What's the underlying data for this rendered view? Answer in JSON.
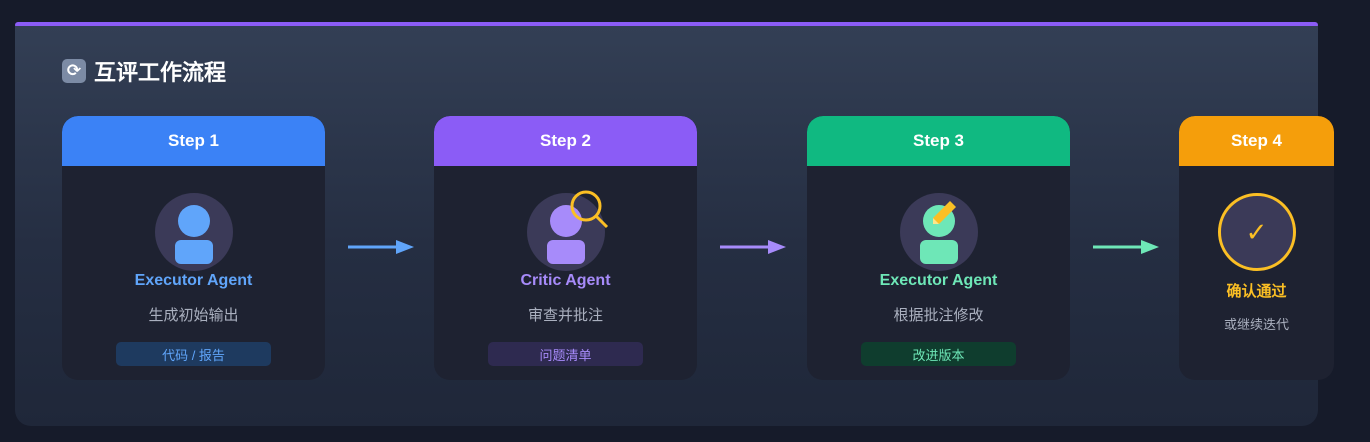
{
  "title": {
    "icon": "refresh-icon",
    "text": "互评工作流程"
  },
  "steps": [
    {
      "label": "Step 1",
      "agent": "Executor Agent",
      "desc": "生成初始输出",
      "tag": "代码 / 报告",
      "color": "#3b82f6",
      "accent": "#60a5fa"
    },
    {
      "label": "Step 2",
      "agent": "Critic Agent",
      "desc": "审查并批注",
      "tag": "问题清单",
      "color": "#8b5cf6",
      "accent": "#a78bfa"
    },
    {
      "label": "Step 3",
      "agent": "Executor Agent",
      "desc": "根据批注修改",
      "tag": "改进版本",
      "color": "#10b981",
      "accent": "#6ee7b7"
    },
    {
      "label": "Step 4",
      "result": "确认通过",
      "desc": "或继续迭代",
      "check": "✓",
      "color": "#f59e0b",
      "accent": "#fbbf24"
    }
  ]
}
